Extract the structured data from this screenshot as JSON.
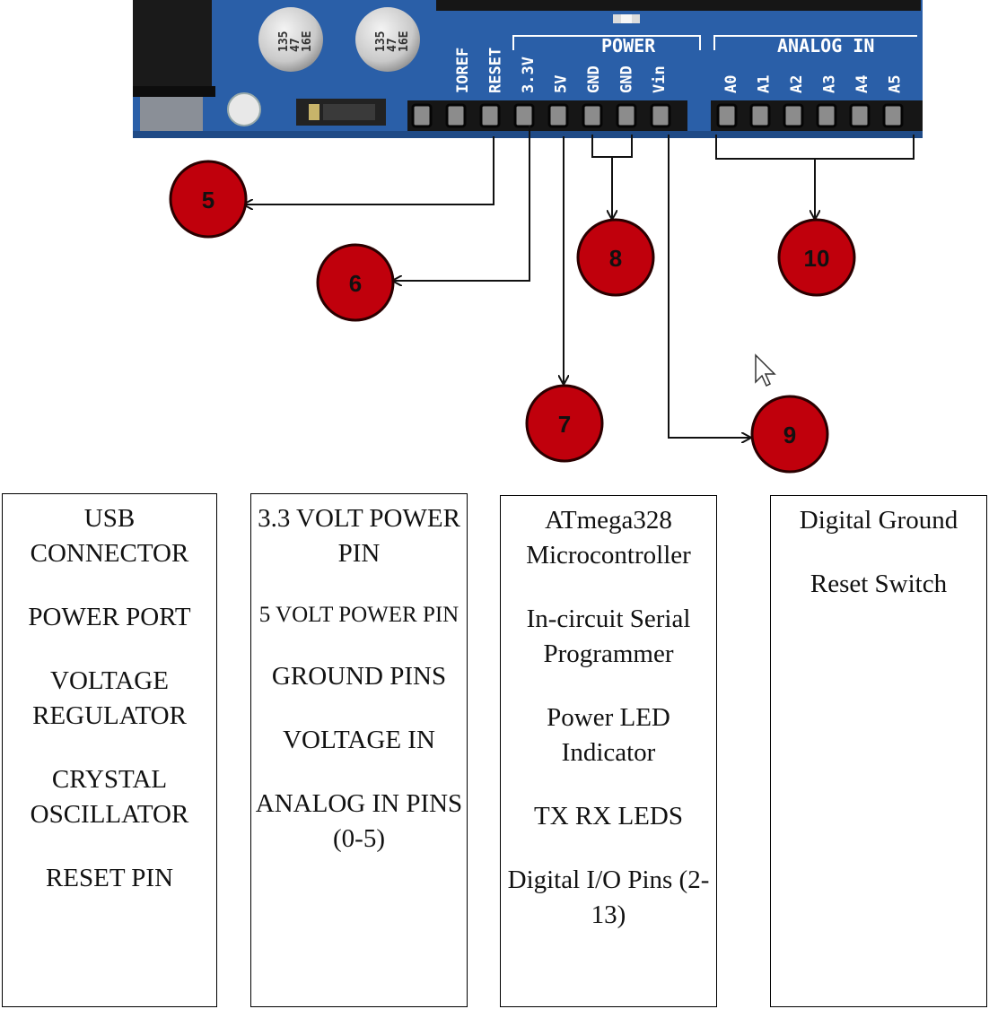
{
  "board": {
    "power_header_title": "POWER",
    "analog_header_title": "ANALOG IN",
    "power_pins": [
      "IOREF",
      "RESET",
      "3.3V",
      "5V",
      "GND",
      "GND",
      "Vin"
    ],
    "analog_pins": [
      "A0",
      "A1",
      "A2",
      "A3",
      "A4",
      "A5"
    ],
    "capacitor_markings": [
      "135",
      "47",
      "16E"
    ],
    "colors": {
      "board_blue": "#2a5fa8",
      "callout_red": "#c0000c",
      "header_black": "#161616"
    }
  },
  "callouts": [
    {
      "number": "5"
    },
    {
      "number": "6"
    },
    {
      "number": "7"
    },
    {
      "number": "8"
    },
    {
      "number": "9"
    },
    {
      "number": "10"
    }
  ],
  "columns": [
    {
      "items": [
        "USB CONNECTOR",
        "POWER PORT",
        "VOLTAGE REGULATOR",
        "CRYSTAL OSCILLATOR",
        "RESET PIN"
      ]
    },
    {
      "items": [
        "3.3 VOLT POWER PIN",
        "5 VOLT POWER PIN",
        "GROUND PINS",
        "VOLTAGE IN",
        "ANALOG IN PINS (0-5)"
      ]
    },
    {
      "items": [
        "ATmega328 Microcontroller",
        "In-circuit Serial Programmer",
        "Power LED Indicator",
        "TX RX LEDS",
        "Digital I/O Pins (2-13)"
      ]
    },
    {
      "items": [
        "Digital Ground",
        "Reset Switch"
      ]
    }
  ]
}
